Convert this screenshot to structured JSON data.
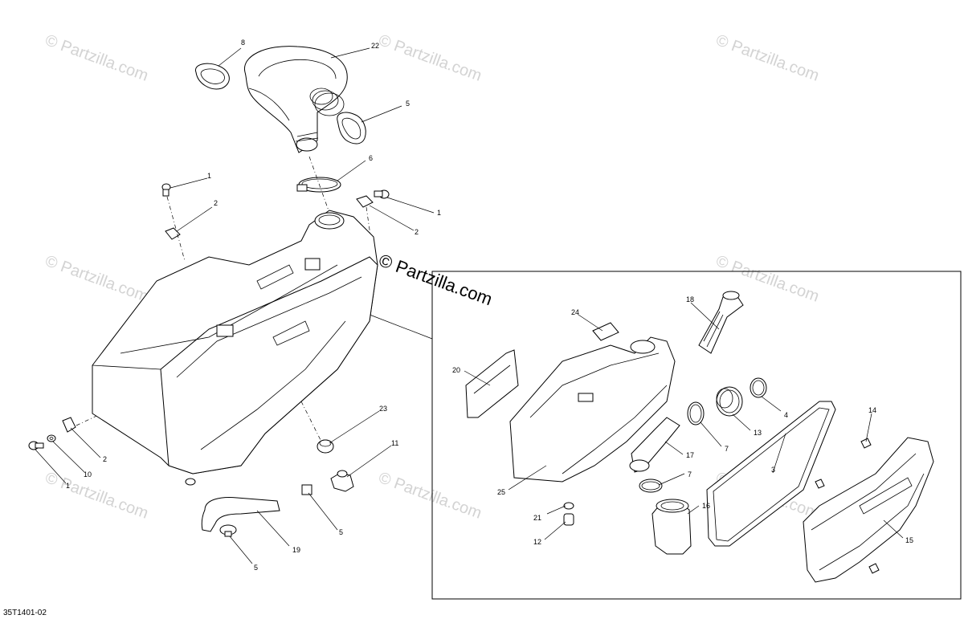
{
  "diagram": {
    "watermark_text": "© Partzilla.com",
    "main_watermark": "© Partzilla.com",
    "diagram_code": "35T1401-02",
    "callouts": [
      {
        "id": "c8",
        "text": "8"
      },
      {
        "id": "c22",
        "text": "22"
      },
      {
        "id": "c5a",
        "text": "5"
      },
      {
        "id": "c6",
        "text": "6"
      },
      {
        "id": "c1a",
        "text": "1"
      },
      {
        "id": "c2a",
        "text": "2"
      },
      {
        "id": "c1b",
        "text": "1"
      },
      {
        "id": "c2b",
        "text": "2"
      },
      {
        "id": "c2c",
        "text": "2"
      },
      {
        "id": "c10",
        "text": "10"
      },
      {
        "id": "c1c",
        "text": "1"
      },
      {
        "id": "c23",
        "text": "23"
      },
      {
        "id": "c11",
        "text": "11"
      },
      {
        "id": "c5b",
        "text": "5"
      },
      {
        "id": "c19",
        "text": "19"
      },
      {
        "id": "c5c",
        "text": "5"
      },
      {
        "id": "c24",
        "text": "24"
      },
      {
        "id": "c18",
        "text": "18"
      },
      {
        "id": "c20",
        "text": "20"
      },
      {
        "id": "c4",
        "text": "4"
      },
      {
        "id": "c13",
        "text": "13"
      },
      {
        "id": "c7a",
        "text": "7"
      },
      {
        "id": "c17",
        "text": "17"
      },
      {
        "id": "c14",
        "text": "14"
      },
      {
        "id": "c3",
        "text": "3"
      },
      {
        "id": "c7b",
        "text": "7"
      },
      {
        "id": "c25",
        "text": "25"
      },
      {
        "id": "c16",
        "text": "16"
      },
      {
        "id": "c21",
        "text": "21"
      },
      {
        "id": "c12",
        "text": "12"
      },
      {
        "id": "c15",
        "text": "15"
      }
    ]
  }
}
